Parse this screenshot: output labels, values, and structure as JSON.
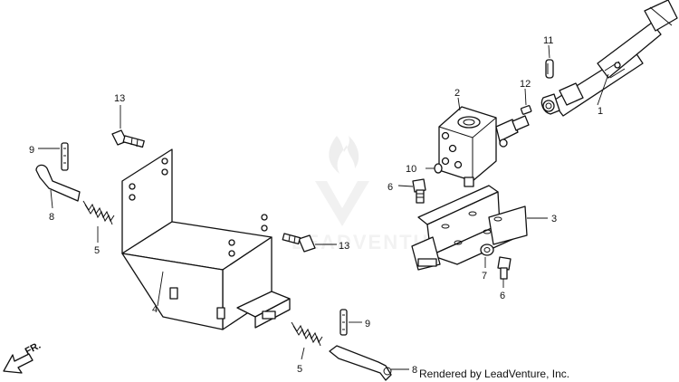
{
  "callouts": [
    {
      "id": "c1",
      "text": "1"
    },
    {
      "id": "c2",
      "text": "2"
    },
    {
      "id": "c3",
      "text": "3"
    },
    {
      "id": "c4",
      "text": "4"
    },
    {
      "id": "c5a",
      "text": "5"
    },
    {
      "id": "c5b",
      "text": "5"
    },
    {
      "id": "c6a",
      "text": "6"
    },
    {
      "id": "c6b",
      "text": "6"
    },
    {
      "id": "c7",
      "text": "7"
    },
    {
      "id": "c8a",
      "text": "8"
    },
    {
      "id": "c8b",
      "text": "8"
    },
    {
      "id": "c9a",
      "text": "9"
    },
    {
      "id": "c9b",
      "text": "9"
    },
    {
      "id": "c10",
      "text": "10"
    },
    {
      "id": "c11",
      "text": "11"
    },
    {
      "id": "c12",
      "text": "12"
    },
    {
      "id": "c13a",
      "text": "13"
    },
    {
      "id": "c13b",
      "text": "13"
    }
  ],
  "direction_label": "FR.",
  "watermark_text": "LEADVENTURE",
  "credit": "Rendered by LeadVenture, Inc.",
  "icons": {
    "direction": "arrow-front-icon",
    "watermark": "leadventure-flame-logo-icon"
  },
  "colors": {
    "ink": "#111111",
    "background": "#ffffff",
    "watermark": "#d9d9d9"
  }
}
